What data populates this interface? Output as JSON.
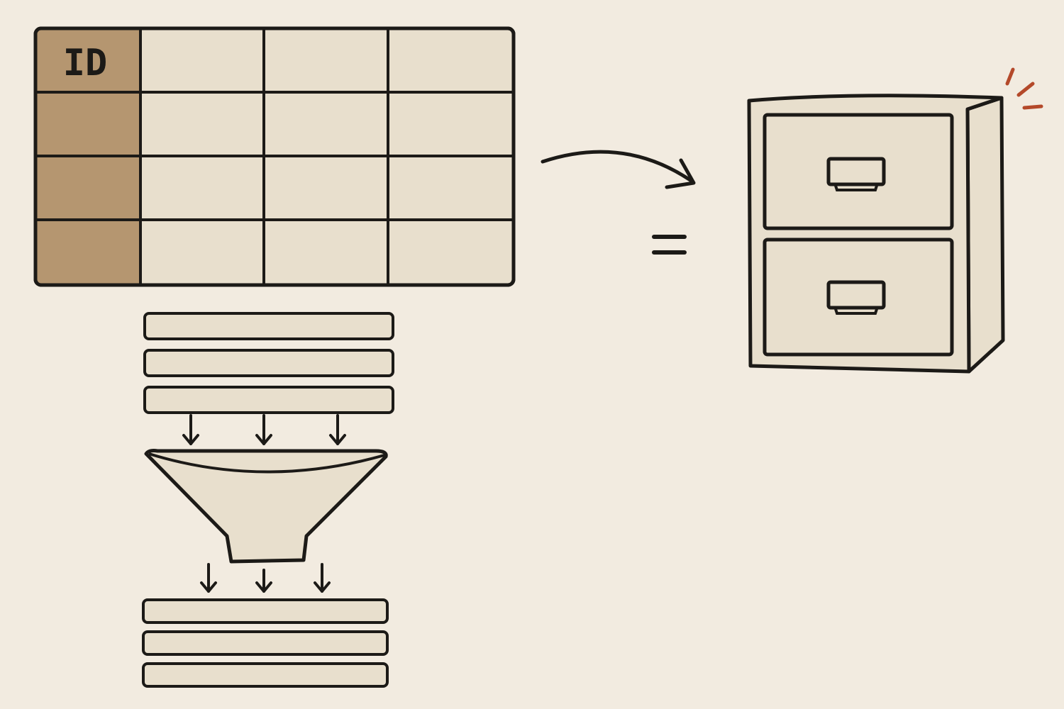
{
  "table": {
    "id_header": "ID",
    "rows": 4,
    "columns": 4
  },
  "input_records": {
    "count": 3
  },
  "output_records": {
    "count": 3
  },
  "cabinet": {
    "drawers": 2
  },
  "colors": {
    "background": "#f2ebe0",
    "ink": "#1c1a17",
    "cell_fill": "#e8dfcd",
    "id_column": "#b59670",
    "accent": "#b4492a"
  },
  "icons": [
    "table-icon",
    "arrow-icon",
    "equals-icon",
    "funnel-icon",
    "filing-cabinet-icon",
    "sparkle-icon"
  ]
}
